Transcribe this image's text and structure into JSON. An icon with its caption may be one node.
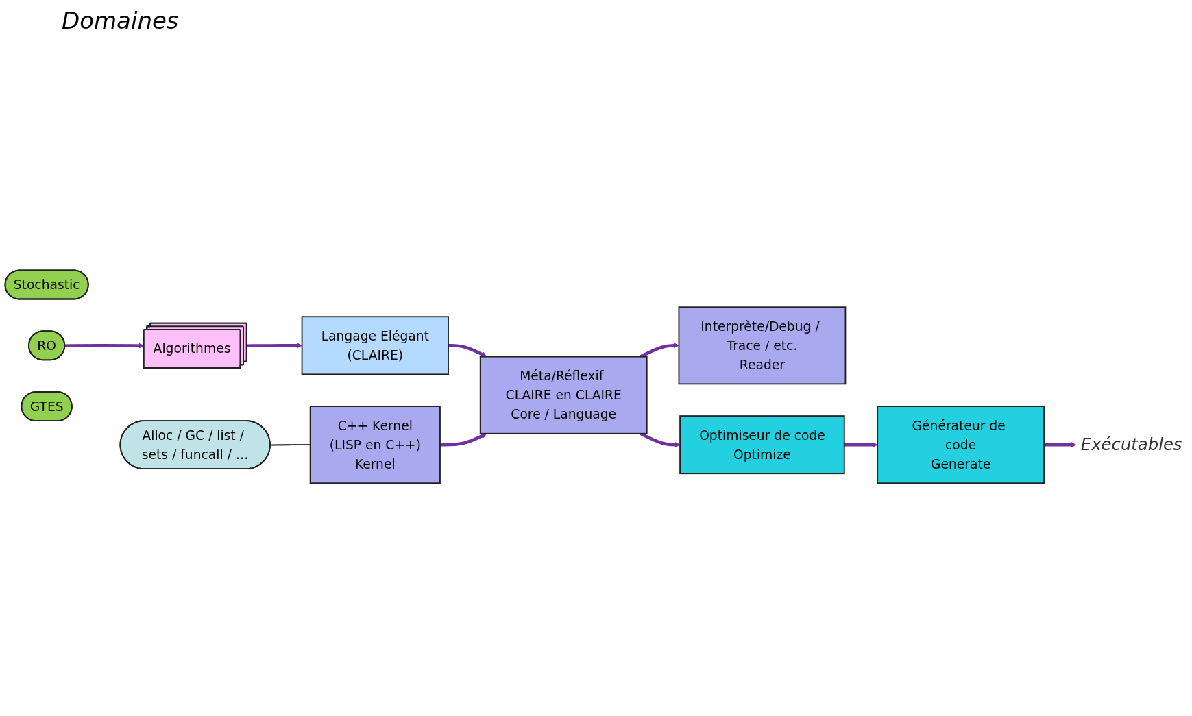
{
  "diagram": {
    "nodes": [
      {
        "text": [
          "Stochastic"
        ]
      },
      {
        "text": [
          "RO"
        ]
      },
      {
        "text": [
          "GTES"
        ]
      },
      {
        "text": [
          "Algorithmes"
        ]
      },
      {
        "text": [
          "Langage Elégant",
          "(CLAIRE)"
        ]
      },
      {
        "text": [
          "Méta/Réflexif CLAIRE en CLAIRE",
          "Core / Language"
        ]
      },
      {
        "text": [
          "Interprète/Debug / Trace / etc.",
          "Reader"
        ]
      },
      {
        "text": [
          "C++ Kernel",
          "(LISP en C++)",
          "Kernel"
        ]
      },
      {
        "text": [
          "Alloc / GC / list / sets / funcall / …"
        ]
      },
      {
        "text": [
          "Optimiseur de code",
          "Optimize"
        ]
      },
      {
        "text": [
          "Générateur de code",
          "Generate"
        ]
      },
      {
        "text": [
          "Exécutables"
        ]
      }
    ],
    "edges": [
      {
        "from": 1,
        "to": 3,
        "arrow": "to"
      },
      {
        "from": 3,
        "to": 4,
        "arrow": "to"
      },
      {
        "from": 4,
        "to": 5,
        "arrow": "to"
      },
      {
        "from": 5,
        "to": 6,
        "arrow": "to"
      },
      {
        "from": 7,
        "to": 5,
        "arrow": "to"
      },
      {
        "from": 5,
        "to": 9,
        "arrow": "to"
      },
      {
        "from": 9,
        "to": 10,
        "arrow": "to"
      },
      {
        "from": 10,
        "to": 11,
        "arrow": "to"
      },
      {
        "from": 8,
        "to": 7,
        "arrow": "none",
        "color": "#000000"
      }
    ],
    "labels": [
      "Domaines"
    ]
  }
}
